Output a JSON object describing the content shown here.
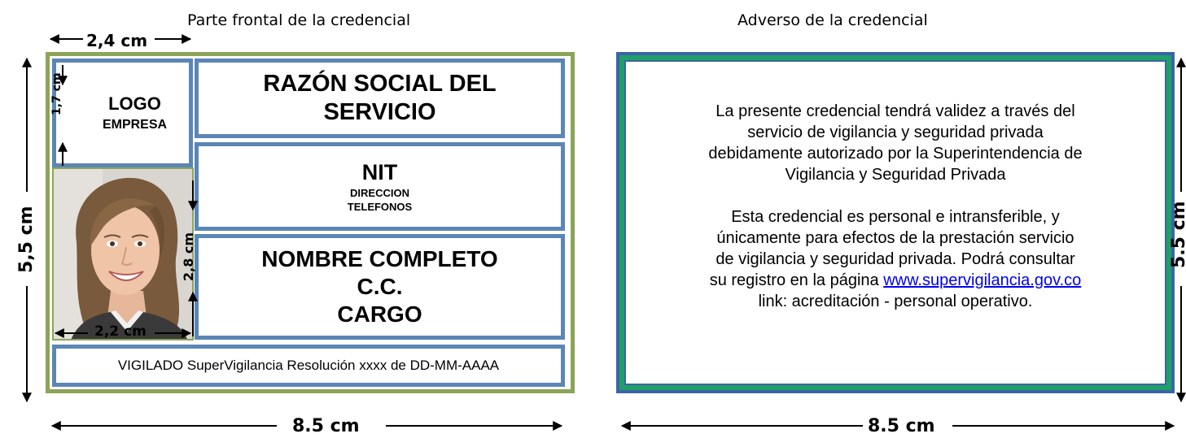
{
  "front": {
    "caption": "Parte frontal de la credencial",
    "logo_title": "LOGO",
    "logo_sub": "EMPRESA",
    "company_line1": "RAZÓN SOCIAL DEL",
    "company_line2": "SERVICIO",
    "nit": "NIT",
    "address": "DIRECCION",
    "phones": "TELEFONOS",
    "name": "NOMBRE COMPLETO",
    "id": "C.C.",
    "role": "CARGO",
    "footer": "VIGILADO SuperVigilancia Resolución xxxx de DD-MM-AAAA"
  },
  "back": {
    "caption": "Adverso de la credencial",
    "para1": [
      "La presente credencial tendrá validez a través del",
      "servicio de vigilancia y seguridad privada",
      "debidamente autorizado por la Superintendencia de",
      "Vigilancia y Seguridad Privada"
    ],
    "para2": [
      "Esta credencial es personal e intransferible, y",
      "únicamente para efectos de la prestación servicio",
      "de vigilancia y seguridad privada. Podrá  consultar"
    ],
    "para2_line4_prefix": "su registro en la página ",
    "link": "www.supervigilancia.gov.co",
    "para2_line5": "link: acreditación - personal operativo."
  },
  "dimensions": {
    "logo_width": "2,4 cm",
    "logo_height": "1,7 cm",
    "photo_height": "2,8 cm",
    "photo_width": "2,2 cm",
    "front_height": "5,5 cm",
    "front_width": "8.5 cm",
    "back_height": "5.5 cm",
    "back_width": "8.5 cm"
  },
  "colors": {
    "front_border": "#8ba457",
    "box_border": "#5b86b6",
    "back_outer": "#3b64a7",
    "back_inner": "#1fa067",
    "link": "#0000ee"
  }
}
